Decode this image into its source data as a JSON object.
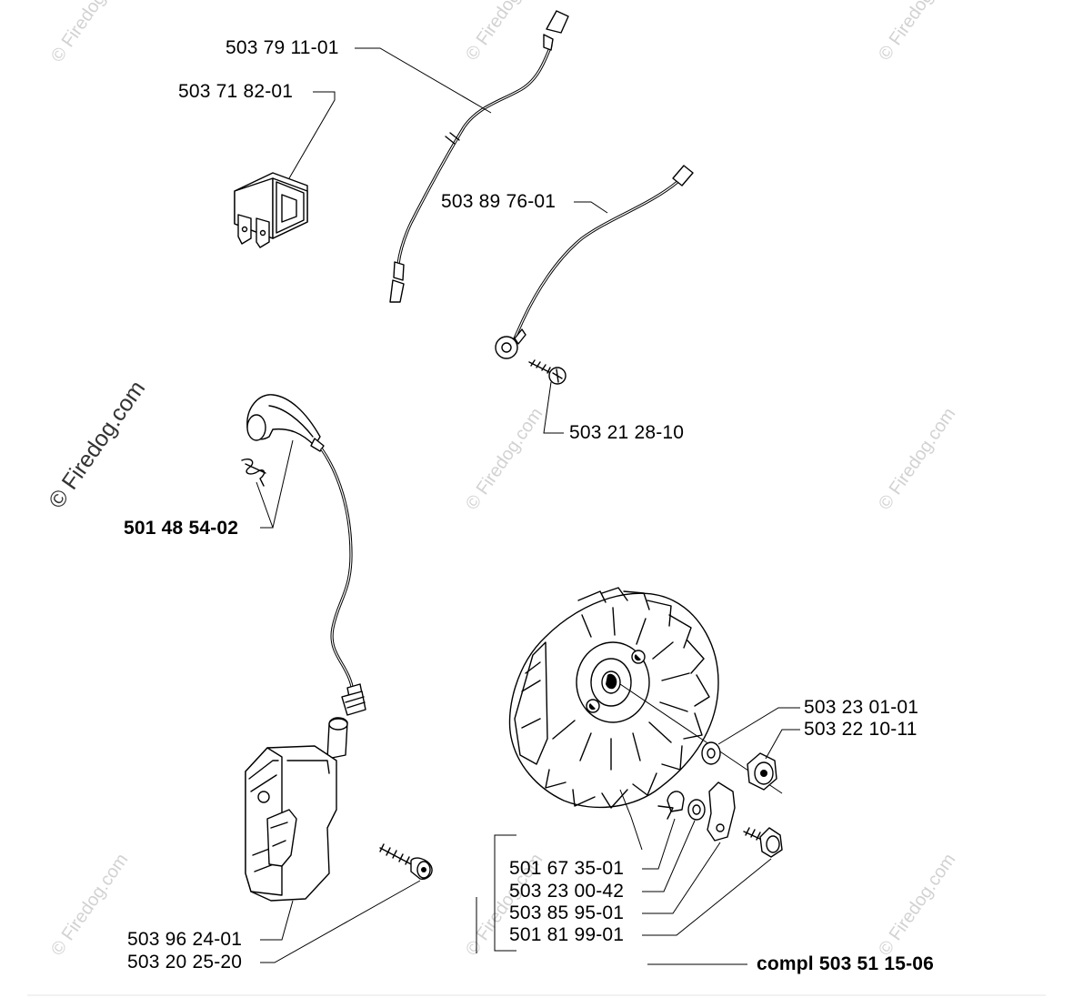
{
  "watermarks": [
    "© Firedog.com",
    "© Firedog.com",
    "© Firedog.com",
    "© Firedog.com",
    "© Firedog.com",
    "© Firedog.com",
    "© Firedog.com",
    "© Firedog.com",
    "© Firedog.com"
  ],
  "labels": {
    "wire_top": "503 79 11-01",
    "switch": "503 71 82-01",
    "wire_short": "503 89 76-01",
    "screw_small": "503 21 28-10",
    "plug_cap": "501 48 54-02",
    "fw_washer": "503 23 01-01",
    "fw_nut": "503 22 10-11",
    "key": "501 67 35-01",
    "washer_small": "503 23 00-42",
    "pawl": "503 85 95-01",
    "pawl_screw": "501 81 99-01",
    "coil": "503 96 24-01",
    "coil_screw": "503 20 25-20",
    "compl": "compl 503 51 15-06"
  }
}
